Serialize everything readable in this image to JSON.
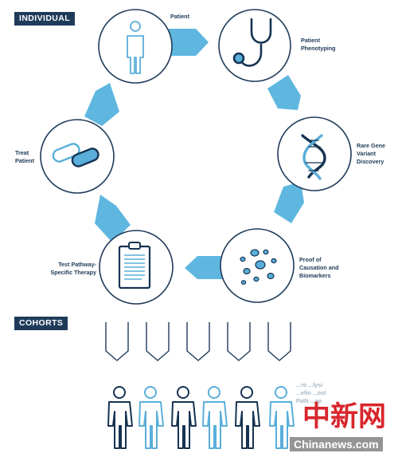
{
  "sections": {
    "individual": "INDIVIDUAL",
    "cohorts": "COHORTS"
  },
  "cycle": [
    {
      "id": "patient",
      "label_lines": [
        "Patient"
      ],
      "icon": "person-icon"
    },
    {
      "id": "phenotyping",
      "label_lines": [
        "Patient",
        "Phenotyping"
      ],
      "icon": "stethoscope-icon"
    },
    {
      "id": "discovery",
      "label_lines": [
        "Rare Gene",
        "Variant",
        "Discovery"
      ],
      "icon": "dna-icon"
    },
    {
      "id": "causation",
      "label_lines": [
        "Proof of",
        "Causation and",
        "Biomarkers"
      ],
      "icon": "cells-icon"
    },
    {
      "id": "therapy",
      "label_lines": [
        "Test Pathway-",
        "Specific Therapy"
      ],
      "icon": "clipboard-icon"
    },
    {
      "id": "treat",
      "label_lines": [
        "Treat",
        "Patient"
      ],
      "icon": "capsule-icon"
    }
  ],
  "cohort_partial": [
    "...ro",
    "...lysi",
    "...efin",
    "...ost",
    "Path",
    "...ap"
  ],
  "watermark": {
    "brand_cn": "中新网",
    "brand_en": "Chinanews.com"
  },
  "colors": {
    "navy": "#1f3b5a",
    "light_blue": "#5fb7e0",
    "icon_blue": "#5aaed9",
    "dark_icon": "#163352",
    "watermark_red": "#d8262c"
  }
}
